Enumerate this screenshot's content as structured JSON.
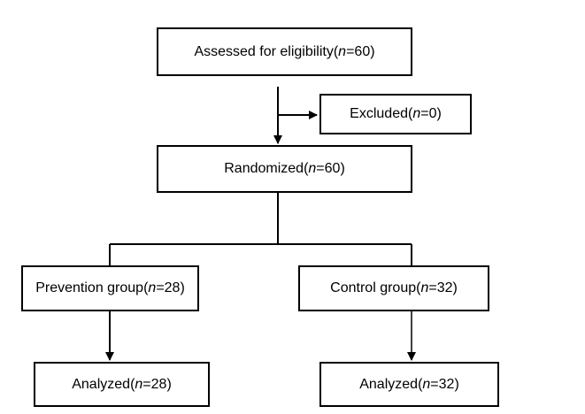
{
  "flowchart": {
    "assessed": {
      "label": "Assessed for eligibility",
      "n_prefix": " (",
      "n_var": "n",
      "n_value": "=60",
      "n_suffix": ")"
    },
    "excluded": {
      "label": "Excluded",
      "n_prefix": " (",
      "n_var": "n",
      "n_value": "=0",
      "n_suffix": ")"
    },
    "randomized": {
      "label": "Randomized",
      "n_prefix": " (",
      "n_var": "n",
      "n_value": "=60",
      "n_suffix": ")"
    },
    "prevention": {
      "label": "Prevention group",
      "n_prefix": " (",
      "n_var": "n",
      "n_value": "=28",
      "n_suffix": ")"
    },
    "control": {
      "label": "Control group",
      "n_prefix": " (",
      "n_var": "n",
      "n_value": "=32",
      "n_suffix": ")"
    },
    "analyzed_left": {
      "label": "Analyzed",
      "n_prefix": " (",
      "n_var": "n",
      "n_value": "=28",
      "n_suffix": ")"
    },
    "analyzed_right": {
      "label": "Analyzed",
      "n_prefix": " (",
      "n_var": "n",
      "n_value": "=32",
      "n_suffix": ")"
    }
  },
  "colors": {
    "line": "#000000",
    "background": "#ffffff"
  }
}
